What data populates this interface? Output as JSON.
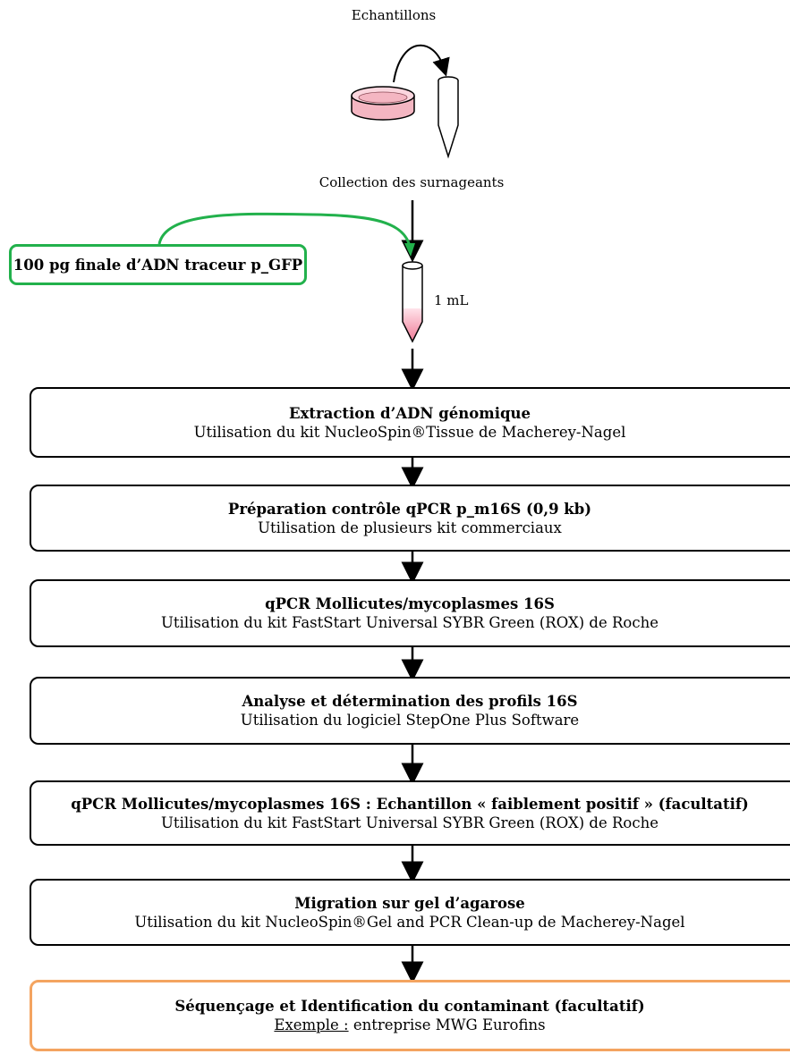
{
  "header": {
    "title": "Echantillons"
  },
  "collection": {
    "label": "Collection des surnageants"
  },
  "tracer": {
    "label": "100 pg finale d’ADN traceur p_GFP"
  },
  "tube": {
    "volume": "1 mL"
  },
  "steps": [
    {
      "title": "Extraction d’ADN génomique",
      "subtitle": "Utilisation du kit NucleoSpin®Tissue de Macherey-Nagel"
    },
    {
      "title": "Préparation contrôle qPCR p_m16S (0,9 kb)",
      "subtitle": "Utilisation de plusieurs kit commerciaux"
    },
    {
      "title": "qPCR Mollicutes/mycoplasmes   16S",
      "subtitle": "Utilisation du kit FastStart Universal SYBR Green (ROX) de Roche"
    },
    {
      "title": "Analyse et détermination des profils 16S",
      "subtitle": "Utilisation du logiciel StepOne Plus Software"
    },
    {
      "title": "qPCR Mollicutes/mycoplasmes   16S : Echantillon « faiblement positif » (facultatif)",
      "subtitle": "Utilisation du kit FastStart Universal SYBR Green (ROX) de Roche"
    },
    {
      "title": "Migration sur gel d’agarose",
      "subtitle": "Utilisation du kit NucleoSpin®Gel and PCR Clean-up de Macherey-Nagel"
    },
    {
      "title": "Séquençage et Identification du contaminant (facultatif)",
      "subtitle_prefix": "Exemple :",
      "subtitle": " entreprise MWG Eurofins"
    }
  ],
  "colors": {
    "tracer_border": "#22b14c",
    "final_border": "#f4a460",
    "dish_fill": "#f4b6c2",
    "tube_liquid": "#f7a8b8"
  },
  "icons": [
    "petri-dish-icon",
    "test-tube-icon"
  ]
}
